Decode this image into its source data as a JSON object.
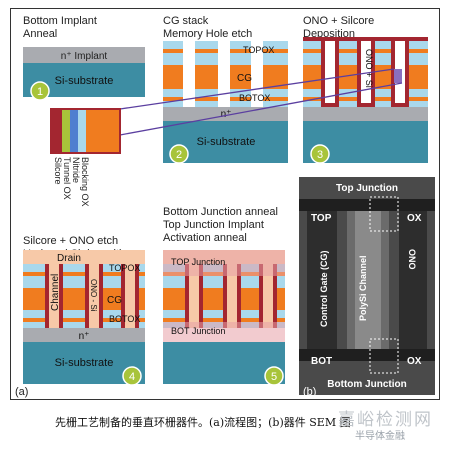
{
  "step1": {
    "title": "Bottom Implant",
    "subtitle": "Anneal",
    "implant": "n⁺ Implant",
    "substrate": "Si-substrate",
    "number": "1"
  },
  "step2": {
    "title": "CG stack",
    "subtitle": "Memory Hole etch",
    "topox": "TOPOX",
    "cg": "CG",
    "botox": "BOTOX",
    "nplus": "n⁺",
    "substrate": "Si-substrate",
    "number": "2"
  },
  "step3": {
    "title": "ONO + Silcore",
    "subtitle": "Deposition",
    "ono_si": "ONO + Si",
    "number": "3"
  },
  "inset": {
    "layers": [
      "Silcore",
      "Tunnel OX",
      "Nitride",
      "Blocking OX"
    ]
  },
  "step4": {
    "title": "Silcore + ONO etch",
    "subtitle": "Undoped Si deposition",
    "drain": "Drain",
    "topox": "TOPOX",
    "channel": "Channel",
    "ono_si": "ONO - Si",
    "cg": "CG",
    "botox": "BOTOX",
    "nplus": "n⁺",
    "substrate": "Si-substrate",
    "number": "4"
  },
  "step5": {
    "title1": "Bottom Junction anneal",
    "title2": "Top Junction Implant",
    "title3": "Activation anneal",
    "top_junction": "TOP Junction",
    "bot_junction": "BOT Junction",
    "number": "5"
  },
  "sem": {
    "top_junction": "Top Junction",
    "top": "TOP",
    "ox_top": "OX",
    "control_gate": "Control Gate (CG)",
    "polysi_channel": "PolySi Channel",
    "ono": "ONO",
    "bot": "BOT",
    "ox_bot": "OX",
    "bottom_junction": "Bottom Junction"
  },
  "panel_labels": {
    "a": "(a)",
    "b": "(b)"
  },
  "caption": "先栅工艺制备的垂直环栅器件。(a)流程图；(b)器件 SEM 图",
  "watermark": {
    "main": "嘉峪检测网",
    "sub": "半导体金融"
  },
  "colors": {
    "orange": "#f07c1f",
    "light_blue": "#a9d8ec",
    "gray": "#a9abb0",
    "teal": "#3d8da3",
    "channel_pink": "#f7c9a8",
    "dark_red": "#a32630",
    "circle_green": "#a8c43a",
    "sem_bg": "#4a4a4a"
  }
}
